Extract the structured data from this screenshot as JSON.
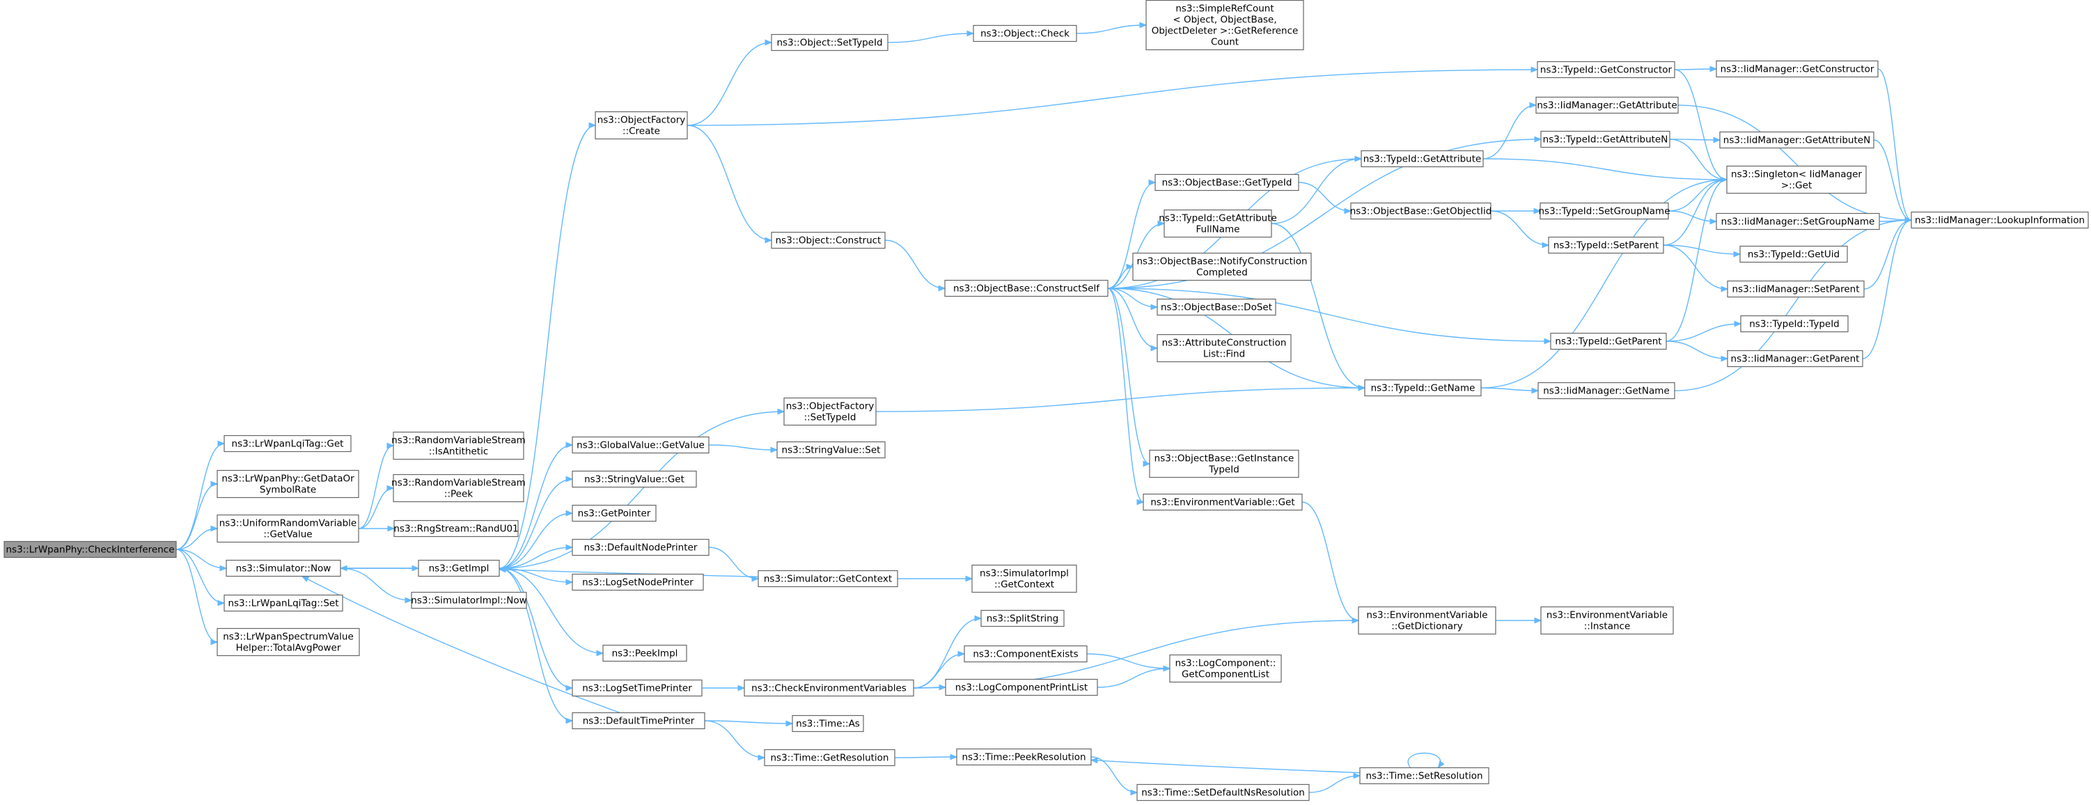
{
  "graph": {
    "colors": {
      "edge": "#63b8ff",
      "node_border": "#666666",
      "root_fill": "#999999",
      "node_fill": "#ffffff"
    },
    "nodes": [
      {
        "id": "checkInterference",
        "lines": [
          "ns3::LrWpanPhy::CheckInterference"
        ],
        "root": true
      },
      {
        "id": "lqiGet",
        "lines": [
          "ns3::LrWpanLqiTag::Get"
        ]
      },
      {
        "id": "getDataOrSymbolRate",
        "lines": [
          "ns3::LrWpanPhy::GetDataOr",
          "SymbolRate"
        ]
      },
      {
        "id": "uniformGetValue",
        "lines": [
          "ns3::UniformRandomVariable",
          "::GetValue"
        ]
      },
      {
        "id": "simulatorNow",
        "lines": [
          "ns3::Simulator::Now"
        ]
      },
      {
        "id": "lqiSet",
        "lines": [
          "ns3::LrWpanLqiTag::Set"
        ]
      },
      {
        "id": "totalAvgPower",
        "lines": [
          "ns3::LrWpanSpectrumValue",
          "Helper::TotalAvgPower"
        ]
      },
      {
        "id": "isAntithetic",
        "lines": [
          "ns3::RandomVariableStream",
          "::IsAntithetic"
        ]
      },
      {
        "id": "rvsPeek",
        "lines": [
          "ns3::RandomVariableStream",
          "::Peek"
        ]
      },
      {
        "id": "randU01",
        "lines": [
          "ns3::RngStream::RandU01"
        ]
      },
      {
        "id": "getImpl",
        "lines": [
          "ns3::GetImpl"
        ]
      },
      {
        "id": "simImplNow",
        "lines": [
          "ns3::SimulatorImpl::Now"
        ]
      },
      {
        "id": "ofCreate",
        "lines": [
          "ns3::ObjectFactory",
          "::Create"
        ]
      },
      {
        "id": "ofSetTypeId",
        "lines": [
          "ns3::ObjectFactory",
          "::SetTypeId"
        ]
      },
      {
        "id": "gvGetValue",
        "lines": [
          "ns3::GlobalValue::GetValue"
        ]
      },
      {
        "id": "svGet",
        "lines": [
          "ns3::StringValue::Get"
        ]
      },
      {
        "id": "getPointer",
        "lines": [
          "ns3::GetPointer"
        ]
      },
      {
        "id": "defaultNodePrinter",
        "lines": [
          "ns3::DefaultNodePrinter"
        ]
      },
      {
        "id": "logSetNodePrinter",
        "lines": [
          "ns3::LogSetNodePrinter"
        ]
      },
      {
        "id": "peekImpl",
        "lines": [
          "ns3::PeekImpl"
        ]
      },
      {
        "id": "logSetTimePrinter",
        "lines": [
          "ns3::LogSetTimePrinter"
        ]
      },
      {
        "id": "defaultTimePrinter",
        "lines": [
          "ns3::DefaultTimePrinter"
        ]
      },
      {
        "id": "objSetTypeId",
        "lines": [
          "ns3::Object::SetTypeId"
        ]
      },
      {
        "id": "objConstruct",
        "lines": [
          "ns3::Object::Construct"
        ]
      },
      {
        "id": "svSet",
        "lines": [
          "ns3::StringValue::Set"
        ]
      },
      {
        "id": "simGetContext",
        "lines": [
          "ns3::Simulator::GetContext"
        ]
      },
      {
        "id": "checkEnvVars",
        "lines": [
          "ns3::CheckEnvironmentVariables"
        ]
      },
      {
        "id": "timeGetResolution",
        "lines": [
          "ns3::Time::GetResolution"
        ]
      },
      {
        "id": "timeAs",
        "lines": [
          "ns3::Time::As"
        ]
      },
      {
        "id": "objCheck",
        "lines": [
          "ns3::Object::Check"
        ]
      },
      {
        "id": "obConstructSelf",
        "lines": [
          "ns3::ObjectBase::ConstructSelf"
        ]
      },
      {
        "id": "simImplGetContext",
        "lines": [
          "ns3::SimulatorImpl",
          "::GetContext"
        ]
      },
      {
        "id": "splitString",
        "lines": [
          "ns3::SplitString"
        ]
      },
      {
        "id": "componentExists",
        "lines": [
          "ns3::ComponentExists"
        ]
      },
      {
        "id": "logComponentPrintList",
        "lines": [
          "ns3::LogComponentPrintList"
        ]
      },
      {
        "id": "peekResolution",
        "lines": [
          "ns3::Time::PeekResolution"
        ]
      },
      {
        "id": "simpleRefCount",
        "lines": [
          "ns3::SimpleRefCount",
          "< Object, ObjectBase,",
          " ObjectDeleter >::GetReference",
          "Count"
        ]
      },
      {
        "id": "obGetTypeId",
        "lines": [
          "ns3::ObjectBase::GetTypeId"
        ]
      },
      {
        "id": "tidGetAttrFullName",
        "lines": [
          "ns3::TypeId::GetAttribute",
          "FullName"
        ]
      },
      {
        "id": "obNotifyConstruction",
        "lines": [
          "ns3::ObjectBase::NotifyConstruction",
          "Completed"
        ]
      },
      {
        "id": "obDoSet",
        "lines": [
          "ns3::ObjectBase::DoSet"
        ]
      },
      {
        "id": "attrConstructionFind",
        "lines": [
          "ns3::AttributeConstruction",
          "List::Find"
        ]
      },
      {
        "id": "obGetInstanceTypeId",
        "lines": [
          "ns3::ObjectBase::GetInstance",
          "TypeId"
        ]
      },
      {
        "id": "envVarGet",
        "lines": [
          "ns3::EnvironmentVariable::Get"
        ]
      },
      {
        "id": "logCompGetList",
        "lines": [
          "ns3::LogComponent::",
          "GetComponentList"
        ]
      },
      {
        "id": "setDefaultNsRes",
        "lines": [
          "ns3::Time::SetDefaultNsResolution"
        ]
      },
      {
        "id": "tidGetAttribute",
        "lines": [
          "ns3::TypeId::GetAttribute"
        ]
      },
      {
        "id": "obGetObjectIid",
        "lines": [
          "ns3::ObjectBase::GetObjectIid"
        ]
      },
      {
        "id": "tidGetName",
        "lines": [
          "ns3::TypeId::GetName"
        ]
      },
      {
        "id": "envVarGetDict",
        "lines": [
          "ns3::EnvironmentVariable",
          "::GetDictionary"
        ]
      },
      {
        "id": "timeSetResolution",
        "lines": [
          "ns3::Time::SetResolution"
        ]
      },
      {
        "id": "tidGetConstructor",
        "lines": [
          "ns3::TypeId::GetConstructor"
        ]
      },
      {
        "id": "iidGetAttribute",
        "lines": [
          "ns3::IidManager::GetAttribute"
        ]
      },
      {
        "id": "tidGetAttributeN",
        "lines": [
          "ns3::TypeId::GetAttributeN"
        ]
      },
      {
        "id": "tidSetGroupName",
        "lines": [
          "ns3::TypeId::SetGroupName"
        ]
      },
      {
        "id": "tidSetParent",
        "lines": [
          "ns3::TypeId::SetParent"
        ]
      },
      {
        "id": "tidGetParent",
        "lines": [
          "ns3::TypeId::GetParent"
        ]
      },
      {
        "id": "iidGetName",
        "lines": [
          "ns3::IidManager::GetName"
        ]
      },
      {
        "id": "envVarInstance",
        "lines": [
          "ns3::EnvironmentVariable",
          "::Instance"
        ]
      },
      {
        "id": "iidGetConstructor",
        "lines": [
          "ns3::IidManager::GetConstructor"
        ]
      },
      {
        "id": "iidGetAttributeN",
        "lines": [
          "ns3::IidManager::GetAttributeN"
        ]
      },
      {
        "id": "singletonGet",
        "lines": [
          "ns3::Singleton< IidManager",
          " >::Get"
        ]
      },
      {
        "id": "iidSetGroupName",
        "lines": [
          "ns3::IidManager::SetGroupName"
        ]
      },
      {
        "id": "tidGetUid",
        "lines": [
          "ns3::TypeId::GetUid"
        ]
      },
      {
        "id": "iidSetParent",
        "lines": [
          "ns3::IidManager::SetParent"
        ]
      },
      {
        "id": "tidTypeId",
        "lines": [
          "ns3::TypeId::TypeId"
        ]
      },
      {
        "id": "iidGetParent",
        "lines": [
          "ns3::IidManager::GetParent"
        ]
      },
      {
        "id": "iidLookupInformation",
        "lines": [
          "ns3::IidManager::LookupInformation"
        ]
      }
    ],
    "edges": [
      [
        "checkInterference",
        "lqiGet"
      ],
      [
        "checkInterference",
        "getDataOrSymbolRate"
      ],
      [
        "checkInterference",
        "uniformGetValue"
      ],
      [
        "checkInterference",
        "simulatorNow"
      ],
      [
        "checkInterference",
        "lqiSet"
      ],
      [
        "checkInterference",
        "totalAvgPower"
      ],
      [
        "uniformGetValue",
        "isAntithetic"
      ],
      [
        "uniformGetValue",
        "rvsPeek"
      ],
      [
        "uniformGetValue",
        "randU01"
      ],
      [
        "simulatorNow",
        "getImpl"
      ],
      [
        "simulatorNow",
        "simImplNow"
      ],
      [
        "getImpl",
        "ofCreate"
      ],
      [
        "getImpl",
        "ofSetTypeId"
      ],
      [
        "getImpl",
        "gvGetValue"
      ],
      [
        "getImpl",
        "svGet"
      ],
      [
        "getImpl",
        "getPointer"
      ],
      [
        "getImpl",
        "defaultNodePrinter"
      ],
      [
        "getImpl",
        "logSetNodePrinter"
      ],
      [
        "getImpl",
        "peekImpl"
      ],
      [
        "getImpl",
        "logSetTimePrinter"
      ],
      [
        "getImpl",
        "defaultTimePrinter"
      ],
      [
        "getImpl",
        "simulatorNow"
      ],
      [
        "defaultTimePrinter",
        "simulatorNow"
      ],
      [
        "simGetContext",
        "getImpl"
      ],
      [
        "ofCreate",
        "objSetTypeId"
      ],
      [
        "ofCreate",
        "objConstruct"
      ],
      [
        "ofCreate",
        "tidGetConstructor"
      ],
      [
        "objSetTypeId",
        "objCheck"
      ],
      [
        "objCheck",
        "simpleRefCount"
      ],
      [
        "objConstruct",
        "obConstructSelf"
      ],
      [
        "ofSetTypeId",
        "tidGetName"
      ],
      [
        "gvGetValue",
        "svSet"
      ],
      [
        "defaultNodePrinter",
        "simGetContext"
      ],
      [
        "simGetContext",
        "simImplGetContext"
      ],
      [
        "logSetTimePrinter",
        "checkEnvVars"
      ],
      [
        "checkEnvVars",
        "splitString"
      ],
      [
        "checkEnvVars",
        "componentExists"
      ],
      [
        "checkEnvVars",
        "logComponentPrintList"
      ],
      [
        "checkEnvVars",
        "envVarGetDict"
      ],
      [
        "componentExists",
        "logCompGetList"
      ],
      [
        "logComponentPrintList",
        "logCompGetList"
      ],
      [
        "defaultTimePrinter",
        "timeAs"
      ],
      [
        "defaultTimePrinter",
        "timeGetResolution"
      ],
      [
        "timeGetResolution",
        "peekResolution"
      ],
      [
        "peekResolution",
        "setDefaultNsRes"
      ],
      [
        "setDefaultNsRes",
        "timeSetResolution"
      ],
      [
        "timeSetResolution",
        "peekResolution"
      ],
      [
        "timeSetResolution",
        "timeSetResolution"
      ],
      [
        "obConstructSelf",
        "obGetTypeId"
      ],
      [
        "obConstructSelf",
        "tidGetAttrFullName"
      ],
      [
        "obConstructSelf",
        "obNotifyConstruction"
      ],
      [
        "obConstructSelf",
        "obDoSet"
      ],
      [
        "obConstructSelf",
        "attrConstructionFind"
      ],
      [
        "obConstructSelf",
        "obGetInstanceTypeId"
      ],
      [
        "obConstructSelf",
        "envVarGet"
      ],
      [
        "obConstructSelf",
        "tidGetAttribute"
      ],
      [
        "obConstructSelf",
        "tidGetAttributeN"
      ],
      [
        "obConstructSelf",
        "tidGetName"
      ],
      [
        "obConstructSelf",
        "tidGetParent"
      ],
      [
        "obGetTypeId",
        "obGetObjectIid"
      ],
      [
        "tidGetAttrFullName",
        "tidGetAttribute"
      ],
      [
        "tidGetAttrFullName",
        "tidGetName"
      ],
      [
        "envVarGet",
        "envVarGetDict"
      ],
      [
        "envVarGetDict",
        "envVarInstance"
      ],
      [
        "obGetObjectIid",
        "tidSetGroupName"
      ],
      [
        "obGetObjectIid",
        "tidSetParent"
      ],
      [
        "tidGetAttribute",
        "iidGetAttribute"
      ],
      [
        "tidGetAttribute",
        "singletonGet"
      ],
      [
        "tidGetName",
        "iidGetName"
      ],
      [
        "tidGetName",
        "singletonGet"
      ],
      [
        "tidGetConstructor",
        "iidGetConstructor"
      ],
      [
        "tidGetConstructor",
        "singletonGet"
      ],
      [
        "tidGetAttributeN",
        "iidGetAttributeN"
      ],
      [
        "tidGetAttributeN",
        "singletonGet"
      ],
      [
        "tidSetGroupName",
        "iidSetGroupName"
      ],
      [
        "tidSetGroupName",
        "singletonGet"
      ],
      [
        "tidSetParent",
        "tidGetUid"
      ],
      [
        "tidSetParent",
        "iidSetParent"
      ],
      [
        "tidSetParent",
        "singletonGet"
      ],
      [
        "tidGetParent",
        "tidTypeId"
      ],
      [
        "tidGetParent",
        "iidGetParent"
      ],
      [
        "tidGetParent",
        "singletonGet"
      ],
      [
        "iidGetConstructor",
        "iidLookupInformation"
      ],
      [
        "iidGetAttribute",
        "iidLookupInformation"
      ],
      [
        "iidGetAttributeN",
        "iidLookupInformation"
      ],
      [
        "iidSetGroupName",
        "iidLookupInformation"
      ],
      [
        "iidSetParent",
        "iidLookupInformation"
      ],
      [
        "iidGetParent",
        "iidLookupInformation"
      ],
      [
        "iidGetName",
        "iidLookupInformation"
      ]
    ]
  }
}
